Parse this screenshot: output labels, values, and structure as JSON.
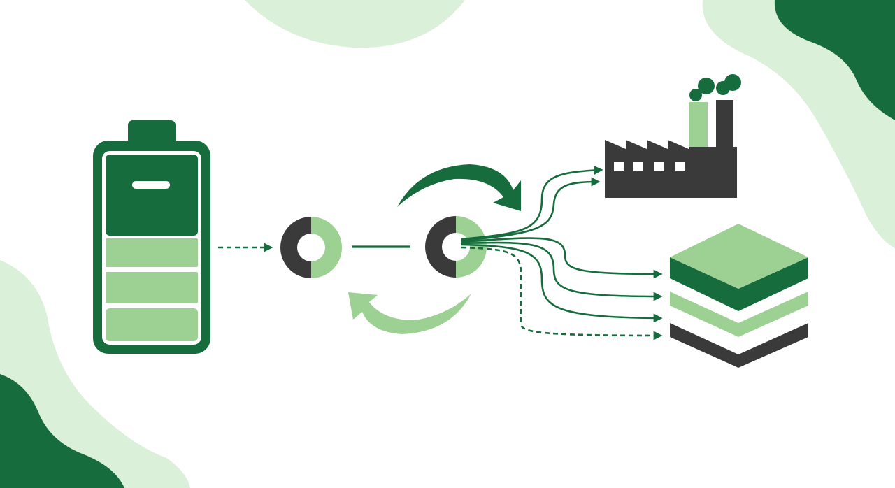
{
  "colors": {
    "background": "#ffffff",
    "dark_green": "#166c3c",
    "light_green": "#9cd193",
    "pale_green": "#daf0d8",
    "charcoal": "#3a3a3a",
    "white": "#ffffff"
  },
  "icons": {
    "source": "battery-icon",
    "hub_left": "ring-icon",
    "hub_right": "ring-icon",
    "cycle": "circular-arrows-icon",
    "output_top": "factory-icon",
    "output_bottom": "stacked-layers-icon"
  },
  "battery": {
    "segments_shown": 4,
    "dark_segments": 1
  },
  "connections": [
    {
      "from": "battery-icon",
      "to": "ring-icon",
      "style": "dashed"
    },
    {
      "from": "ring-icon",
      "to": "ring-icon",
      "style": "solid"
    },
    {
      "from": "ring-icon",
      "to": "factory-icon",
      "style": "solid",
      "count": 2
    },
    {
      "from": "ring-icon",
      "to": "stacked-layers-icon",
      "style": "solid",
      "count": 3
    },
    {
      "from": "ring-icon",
      "to": "stacked-layers-icon",
      "style": "dashed",
      "count": 1
    }
  ]
}
